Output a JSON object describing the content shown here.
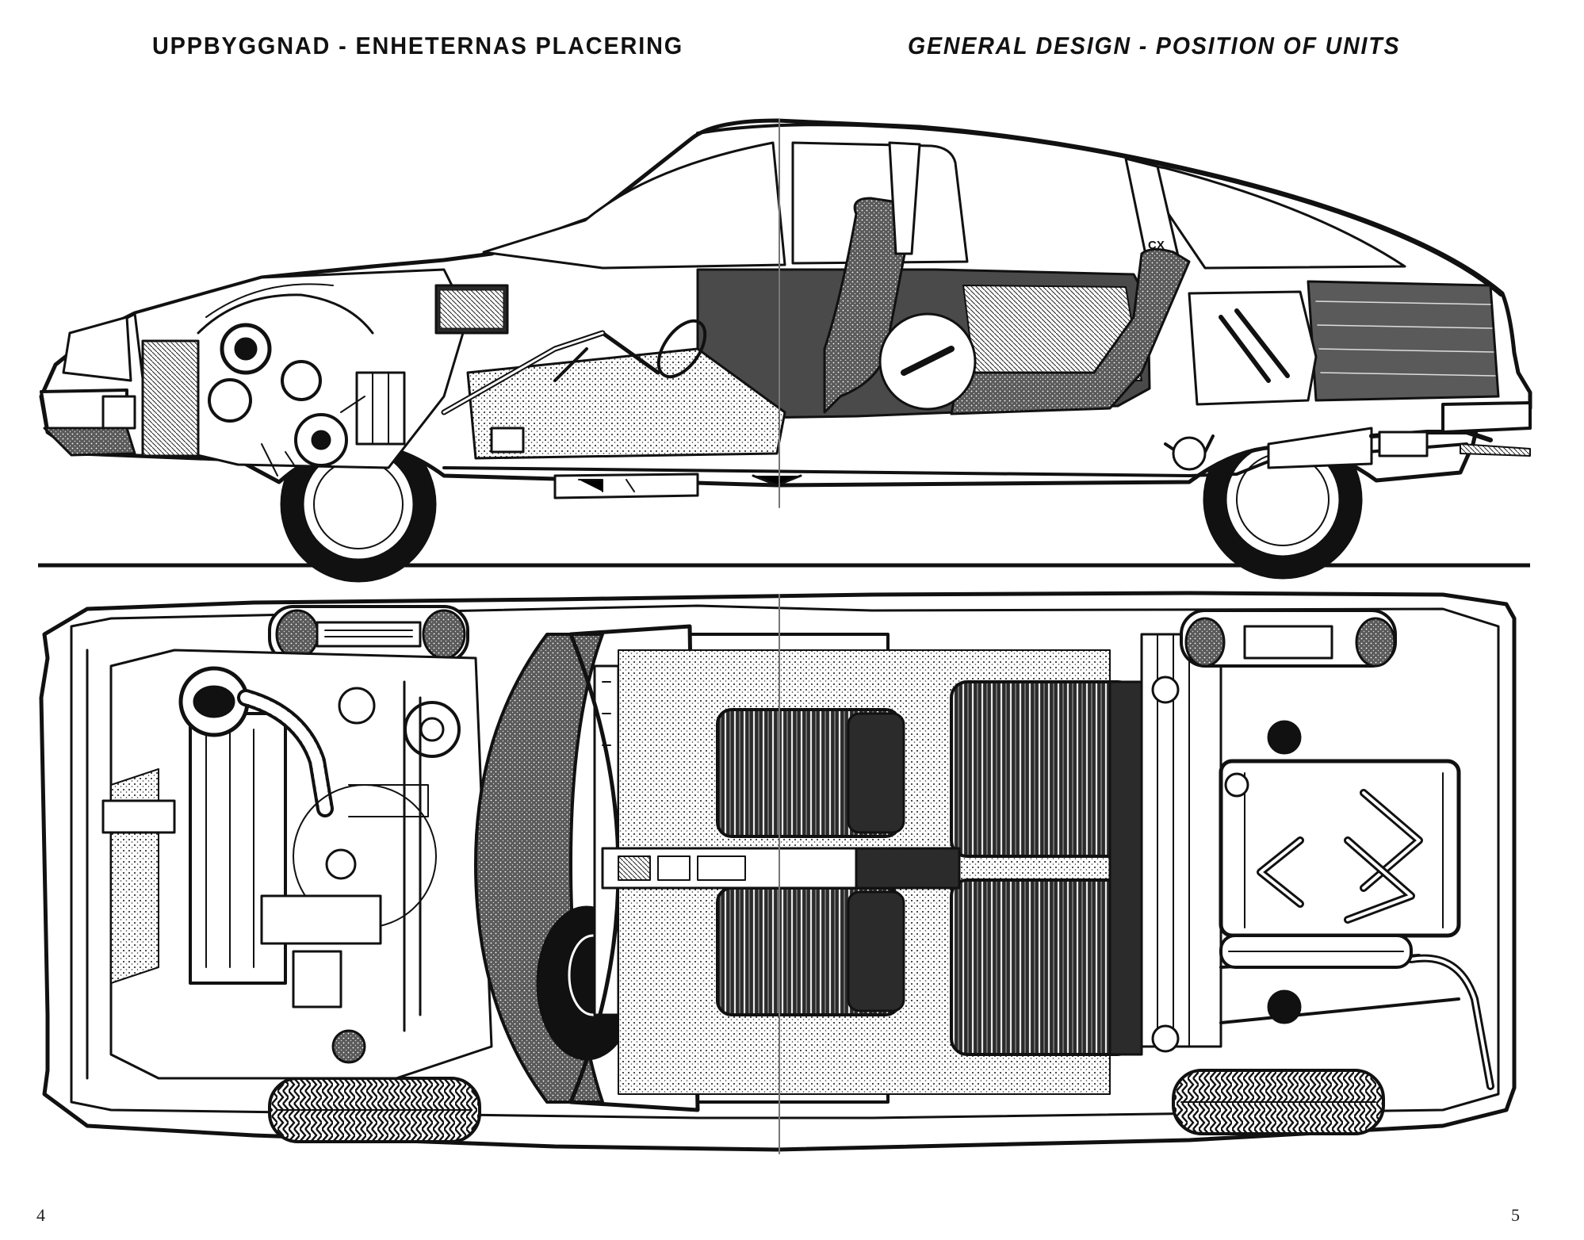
{
  "header": {
    "title_sv": "UPPBYGGNAD - ENHETERNAS PLACERING",
    "title_en": "GENERAL DESIGN - POSITION OF UNITS"
  },
  "side_view": {
    "badge": "CX"
  },
  "page_numbers": {
    "left": "4",
    "right": "5"
  },
  "colors": {
    "ink": "#111111",
    "paper": "#ffffff",
    "shade": "#3a3a3a",
    "light_shade": "#8a8a8a"
  }
}
